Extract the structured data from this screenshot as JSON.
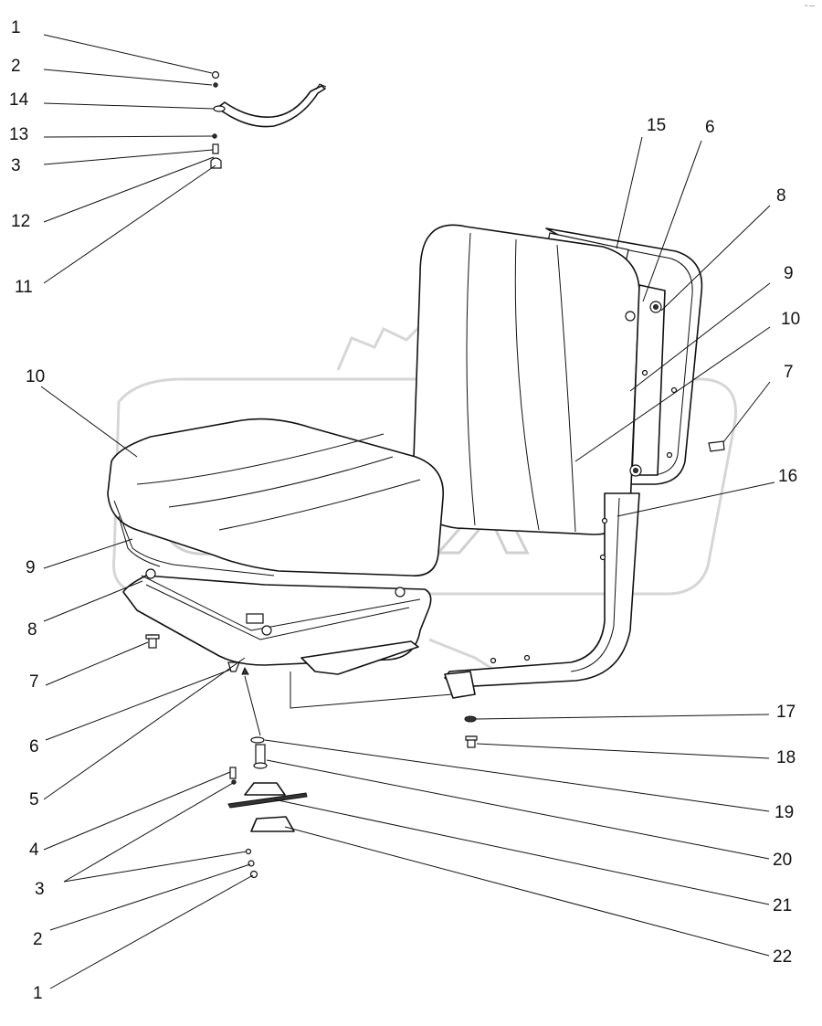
{
  "watermark": {
    "text": "OPEX"
  },
  "corner_mark": "~ ---",
  "callouts": [
    {
      "id": "c-1-top",
      "label": "1"
    },
    {
      "id": "c-2-top",
      "label": "2"
    },
    {
      "id": "c-14",
      "label": "14"
    },
    {
      "id": "c-13",
      "label": "13"
    },
    {
      "id": "c-3-top",
      "label": "3"
    },
    {
      "id": "c-12",
      "label": "12"
    },
    {
      "id": "c-11",
      "label": "11"
    },
    {
      "id": "c-15",
      "label": "15"
    },
    {
      "id": "c-6-top",
      "label": "6"
    },
    {
      "id": "c-8-right",
      "label": "8"
    },
    {
      "id": "c-9-right",
      "label": "9"
    },
    {
      "id": "c-10-right",
      "label": "10"
    },
    {
      "id": "c-7-right",
      "label": "7"
    },
    {
      "id": "c-16",
      "label": "16"
    },
    {
      "id": "c-10-left",
      "label": "10"
    },
    {
      "id": "c-9-left",
      "label": "9"
    },
    {
      "id": "c-8-left",
      "label": "8"
    },
    {
      "id": "c-7-left",
      "label": "7"
    },
    {
      "id": "c-6-bottom",
      "label": "6"
    },
    {
      "id": "c-5",
      "label": "5"
    },
    {
      "id": "c-4",
      "label": "4"
    },
    {
      "id": "c-3-bottom",
      "label": "3"
    },
    {
      "id": "c-2-bottom",
      "label": "2"
    },
    {
      "id": "c-1-bottom",
      "label": "1"
    },
    {
      "id": "c-17",
      "label": "17"
    },
    {
      "id": "c-18",
      "label": "18"
    },
    {
      "id": "c-19",
      "label": "19"
    },
    {
      "id": "c-20",
      "label": "20"
    },
    {
      "id": "c-21",
      "label": "21"
    },
    {
      "id": "c-22",
      "label": "22"
    }
  ]
}
